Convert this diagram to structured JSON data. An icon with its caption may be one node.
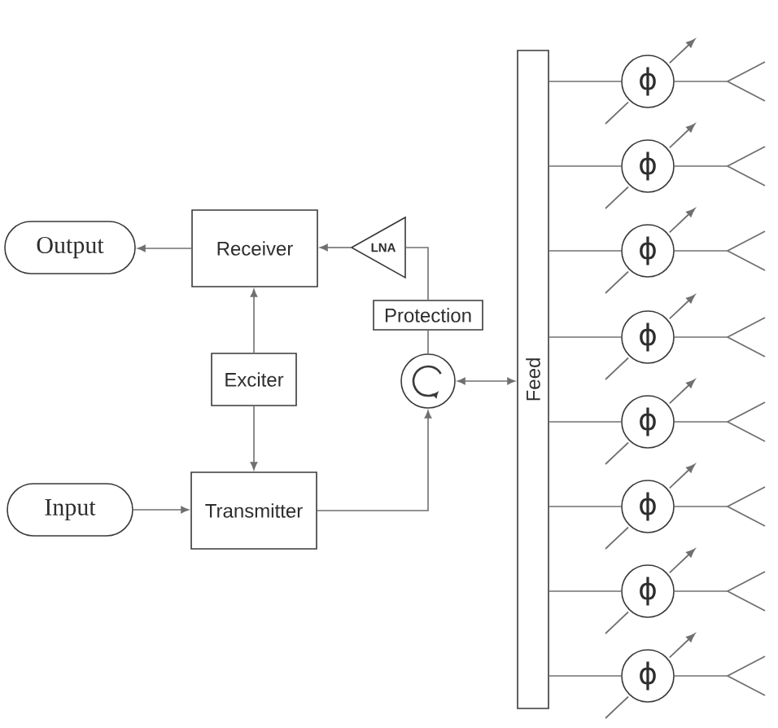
{
  "diagram": {
    "nodes": [
      {
        "text": [
          "Output"
        ]
      },
      {
        "text": [
          "Receiver"
        ]
      },
      {
        "text": [
          "LNA"
        ]
      },
      {
        "text": [
          "Protection"
        ]
      },
      {
        "text": [
          "Exciter"
        ]
      },
      {
        "text": [],
        "shape": "circle"
      },
      {
        "text": [
          "Input"
        ]
      },
      {
        "text": [
          "Transmitter"
        ]
      },
      {
        "text": [
          "Feed"
        ]
      },
      {
        "text": [
          "ϕ"
        ]
      },
      {
        "text": [
          "ϕ"
        ]
      },
      {
        "text": [
          "ϕ"
        ]
      },
      {
        "text": [
          "ϕ"
        ]
      },
      {
        "text": [
          "ϕ"
        ]
      },
      {
        "text": [
          "ϕ"
        ]
      },
      {
        "text": [
          "ϕ"
        ]
      },
      {
        "text": [
          "ϕ"
        ]
      },
      {
        "text": [],
        "shape": "antenna"
      },
      {
        "text": [],
        "shape": "antenna"
      },
      {
        "text": [],
        "shape": "antenna"
      },
      {
        "text": [],
        "shape": "antenna"
      },
      {
        "text": [],
        "shape": "antenna"
      },
      {
        "text": [],
        "shape": "antenna"
      },
      {
        "text": [],
        "shape": "antenna"
      },
      {
        "text": [],
        "shape": "antenna"
      }
    ],
    "edges": [
      {
        "from": 1,
        "to": 0,
        "arrow": "to"
      },
      {
        "from": 2,
        "to": 1,
        "arrow": "to"
      },
      {
        "from": 3,
        "to": 2,
        "arrow": "none"
      },
      {
        "from": 5,
        "to": 3,
        "arrow": "none"
      },
      {
        "from": 4,
        "to": 1,
        "arrow": "to"
      },
      {
        "from": 4,
        "to": 7,
        "arrow": "to"
      },
      {
        "from": 6,
        "to": 7,
        "arrow": "to"
      },
      {
        "from": 7,
        "to": 5,
        "arrow": "to"
      },
      {
        "from": 5,
        "to": 8,
        "arrow": "both"
      },
      {
        "from": 8,
        "to": 9,
        "arrow": "none"
      },
      {
        "from": 8,
        "to": 10,
        "arrow": "none"
      },
      {
        "from": 8,
        "to": 11,
        "arrow": "none"
      },
      {
        "from": 8,
        "to": 12,
        "arrow": "none"
      },
      {
        "from": 8,
        "to": 13,
        "arrow": "none"
      },
      {
        "from": 8,
        "to": 14,
        "arrow": "none"
      },
      {
        "from": 8,
        "to": 15,
        "arrow": "none"
      },
      {
        "from": 8,
        "to": 16,
        "arrow": "none"
      },
      {
        "from": 9,
        "to": 17,
        "arrow": "none"
      },
      {
        "from": 10,
        "to": 18,
        "arrow": "none"
      },
      {
        "from": 11,
        "to": 19,
        "arrow": "none"
      },
      {
        "from": 12,
        "to": 20,
        "arrow": "none"
      },
      {
        "from": 13,
        "to": 21,
        "arrow": "none"
      },
      {
        "from": 14,
        "to": 22,
        "arrow": "none"
      },
      {
        "from": 15,
        "to": 23,
        "arrow": "none"
      },
      {
        "from": 16,
        "to": 24,
        "arrow": "none"
      }
    ]
  }
}
